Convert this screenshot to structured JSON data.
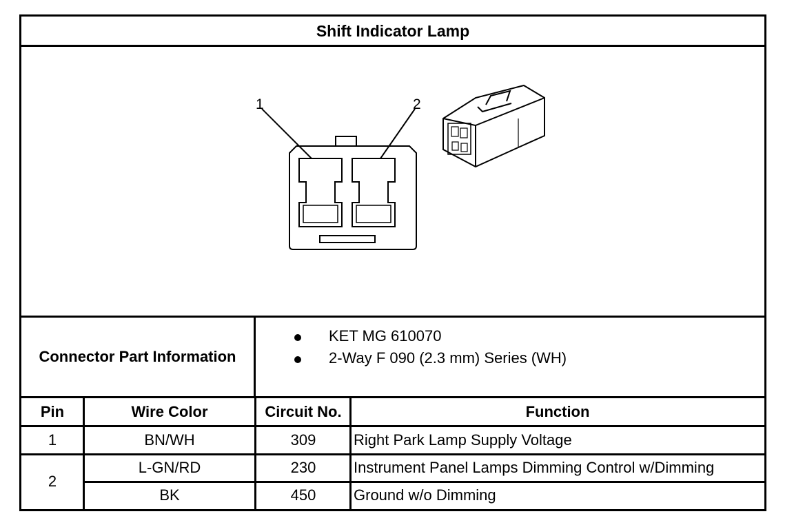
{
  "title": "Shift Indicator Lamp",
  "figure": {
    "callouts": [
      "1",
      "2"
    ]
  },
  "connector_info": {
    "label": "Connector Part Information",
    "items": [
      "KET MG 610070",
      "2-Way F 090 (2.3 mm) Series (WH)"
    ]
  },
  "table": {
    "headers": {
      "pin": "Pin",
      "wire_color": "Wire Color",
      "circuit": "Circuit No.",
      "function": "Function"
    },
    "rows": [
      {
        "pin": "1",
        "wire_color": "BN/WH",
        "circuit": "309",
        "function": "Right Park Lamp Supply Voltage"
      },
      {
        "pin": "2",
        "wire_color": "L-GN/RD",
        "circuit": "230",
        "function": "Instrument Panel Lamps Dimming Control w/Dimming"
      },
      {
        "pin": "",
        "wire_color": "BK",
        "circuit": "450",
        "function": "Ground w/o Dimming"
      }
    ]
  }
}
